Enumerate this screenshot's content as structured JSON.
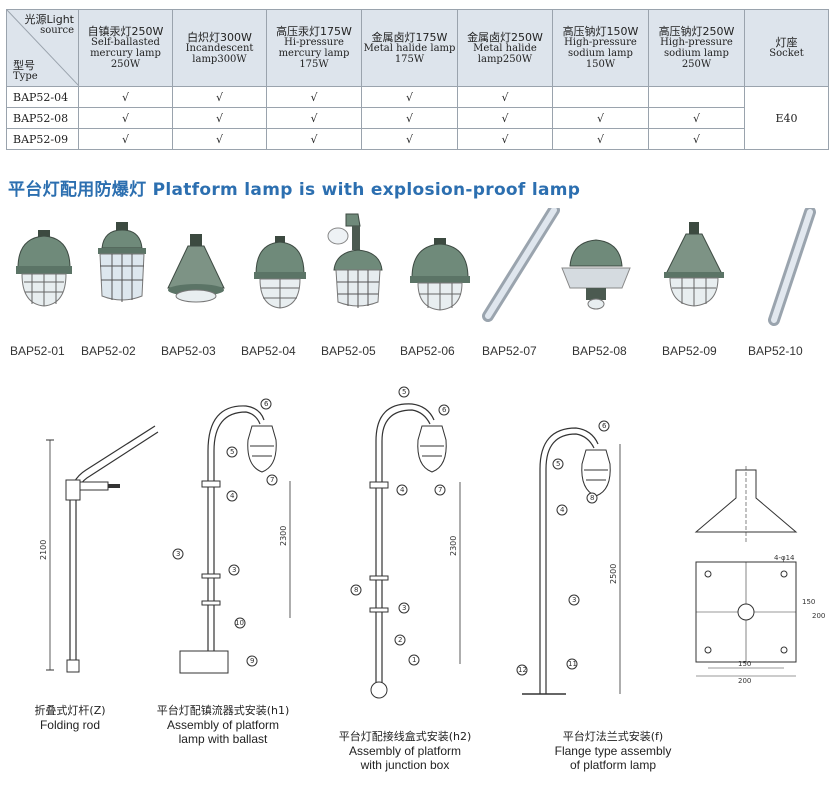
{
  "table": {
    "corner": {
      "cn_top": "光源Light",
      "en_top": "source",
      "cn_bottom": "型号",
      "en_bottom": "Type"
    },
    "columns": [
      {
        "cn": "自镇汞灯250W",
        "en": "Self-ballasted mercury lamp 250W"
      },
      {
        "cn": "白炽灯300W",
        "en": "Incandescent lamp300W"
      },
      {
        "cn": "高压汞灯175W",
        "en": "Hi-pressure mercury lamp 175W"
      },
      {
        "cn": "金属卤灯175W",
        "en": "Metal halide lamp 175W"
      },
      {
        "cn": "金属卤灯250W",
        "en": "Metal halide lamp250W"
      },
      {
        "cn": "高压钠灯150W",
        "en": "High-pressure sodium lamp 150W"
      },
      {
        "cn": "高压钠灯250W",
        "en": "High-pressure sodium lamp 250W"
      },
      {
        "cn": "灯座",
        "en": "Socket"
      }
    ],
    "rows": [
      {
        "model": "BAP52-04",
        "cells": [
          "√",
          "√",
          "√",
          "√",
          "√",
          "",
          ""
        ]
      },
      {
        "model": "BAP52-08",
        "cells": [
          "√",
          "√",
          "√",
          "√",
          "√",
          "√",
          "√"
        ]
      },
      {
        "model": "BAP52-09",
        "cells": [
          "√",
          "√",
          "√",
          "√",
          "√",
          "√",
          "√"
        ]
      }
    ],
    "socket": "E40"
  },
  "section_title": "平台灯配用防爆灯 Platform lamp is with explosion-proof lamp",
  "lamps": [
    "BAP52-01",
    "BAP52-02",
    "BAP52-03",
    "BAP52-04",
    "BAP52-05",
    "BAP52-06",
    "BAP52-07",
    "BAP52-08",
    "BAP52-09",
    "BAP52-10"
  ],
  "drawings": {
    "folding": {
      "cn": "折叠式灯杆(Z)",
      "en": "Folding rod",
      "dim": "2100"
    },
    "h1": {
      "cn": "平台灯配镇流器式安装(h1)",
      "en1": "Assembly of platform",
      "en2": "lamp with ballast",
      "dim": "2300"
    },
    "h2": {
      "cn": "平台灯配接线盒式安装(h2)",
      "en1": "Assembly of platform",
      "en2": "with junction box",
      "dim": "2300"
    },
    "f": {
      "cn": "平台灯法兰式安装(f)",
      "en1": "Flange type assembly",
      "en2": "of platform lamp",
      "dim": "2500"
    },
    "flange": {
      "holes": "4-φ14",
      "dims": [
        "150",
        "200"
      ]
    }
  },
  "colors": {
    "accent_title": "#2c6fb0",
    "header_bg": "#dde4ec",
    "lamp_body": "#6f8a7a",
    "line": "#333333"
  }
}
